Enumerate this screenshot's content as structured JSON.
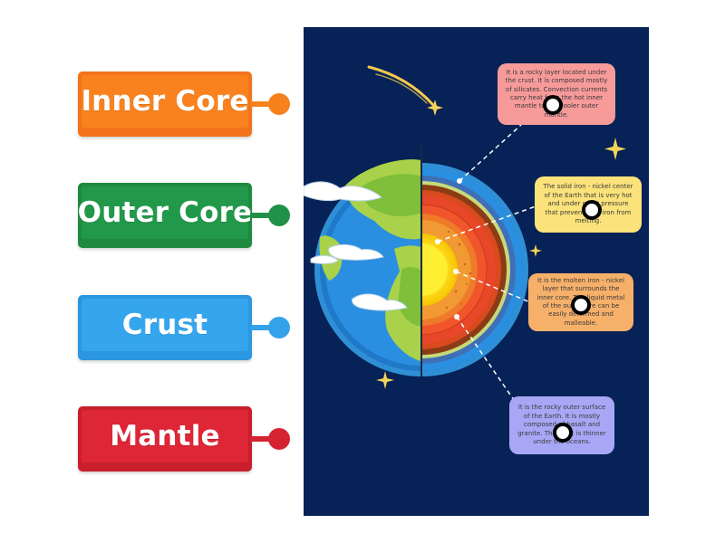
{
  "labels": [
    {
      "id": "inner-core",
      "text": "Inner Core",
      "color": "#f9821f"
    },
    {
      "id": "outer-core",
      "text": "Outer Core",
      "color": "#22994a"
    },
    {
      "id": "crust",
      "text": "Crust",
      "color": "#35a6ee"
    },
    {
      "id": "mantle",
      "text": "Mantle",
      "color": "#dd2636"
    }
  ],
  "descriptions": {
    "mantle_desc": "It is a rocky layer located under the crust. It is composed mostly of silicates. Convection currents carry heat from the hot inner mantle to the cooler outer mantle.",
    "inner_core_desc": "The solid iron - nickel center of the Earth that is very hot and under great pressure that prevents the iron from melting.",
    "outer_core_desc": "It is the molten iron - nickel layer that surrounds the inner core. The liquid metal of the outer core can be easily deformed and malleable.",
    "crust_desc": "It is the rocky outer surface of the Earth. It is mostly composed of basalt and granite. The crust is thinner under the oceans."
  },
  "colors": {
    "panel_background": "#062256",
    "desc_pink": "#f79a9a",
    "desc_yellow": "#fbe27a",
    "desc_orange": "#f6b06a",
    "desc_purple": "#a8a7f6"
  },
  "icons": [
    "earth-globe-illustration",
    "shooting-star-icon",
    "sparkle-star-icon"
  ]
}
